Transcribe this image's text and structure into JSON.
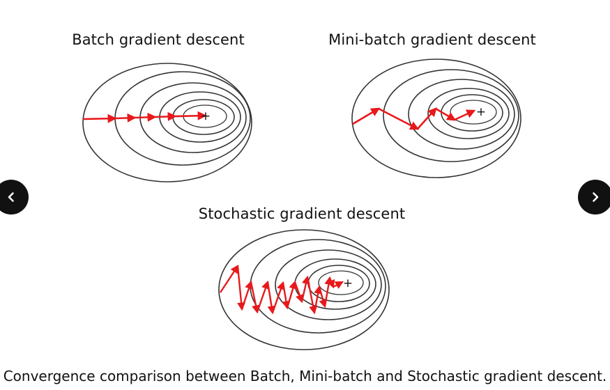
{
  "figure": {
    "panels": [
      {
        "key": "batch",
        "title": "Batch gradient descent"
      },
      {
        "key": "minibatch",
        "title": "Mini-batch gradient descent"
      },
      {
        "key": "stochastic",
        "title": "Stochastic gradient descent"
      }
    ],
    "caption": "Convergence comparison between Batch, Mini-batch and Stochastic gradient descent.",
    "minimum_marker": "+",
    "path_color": "#e8191b",
    "contour_color": "#333333"
  },
  "navigation": {
    "prev_icon": "chevron-left-icon",
    "next_icon": "chevron-right-icon",
    "button_color": "#111111"
  }
}
